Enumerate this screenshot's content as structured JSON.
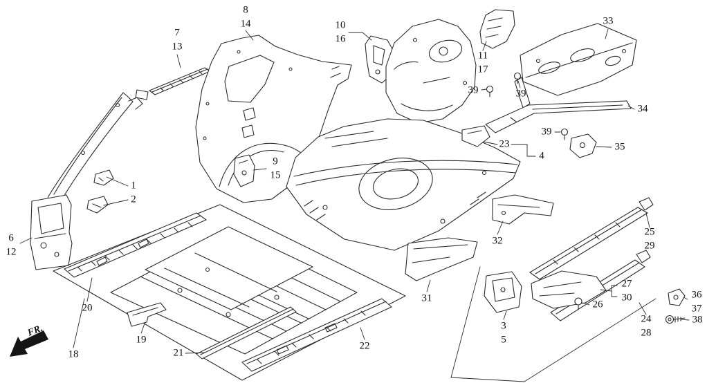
{
  "figure": {
    "fr_label": "FR.",
    "part_numbers": {
      "n1": "1",
      "n2": "2",
      "n3": "3",
      "n4": "4",
      "n5": "5",
      "n6": "6",
      "n7": "7",
      "n8": "8",
      "n9": "9",
      "n10": "10",
      "n11": "11",
      "n12": "12",
      "n13": "13",
      "n14": "14",
      "n15": "15",
      "n16": "16",
      "n17": "17",
      "n18": "18",
      "n19": "19",
      "n20": "20",
      "n21": "21",
      "n22": "22",
      "n23": "23",
      "n24": "24",
      "n25": "25",
      "n26": "26",
      "n27": "27",
      "n28": "28",
      "n29": "29",
      "n30": "30",
      "n31": "31",
      "n32": "32",
      "n33": "33",
      "n34": "34",
      "n35": "35",
      "n36": "36",
      "n37": "37",
      "n38": "38",
      "n39": "39"
    }
  }
}
